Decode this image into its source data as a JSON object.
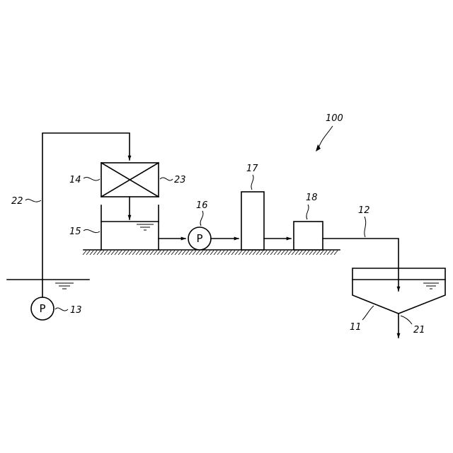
{
  "system_label": "100",
  "labels": {
    "supply_line": "22",
    "intake_pump": "13",
    "exchange_unit": "14",
    "unit_detail": "23",
    "holding_tank": "15",
    "transfer_pump": "16",
    "column": "17",
    "box": "18",
    "outlet_line": "12",
    "settling_tank": "11",
    "drain": "21"
  },
  "pump_symbols": {
    "intake": "P",
    "transfer": "P"
  }
}
